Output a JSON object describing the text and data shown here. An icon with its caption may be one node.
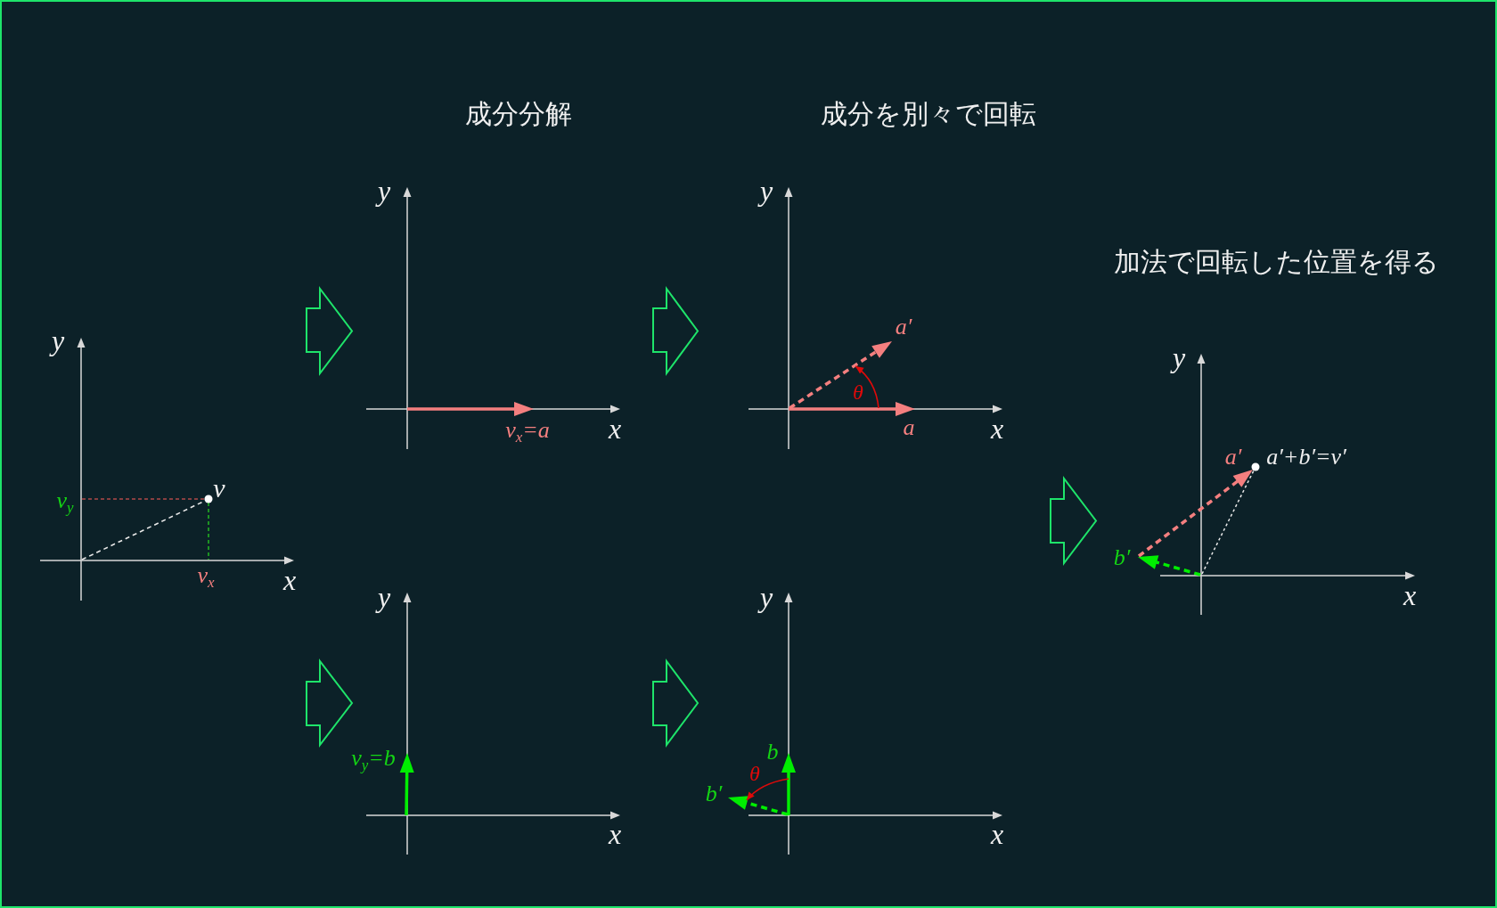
{
  "diagram": {
    "labels": [
      "成分分解",
      "成分を別々で回転",
      "加法で回転した位置を得る",
      "y",
      "v",
      "v$_{y}$",
      "v$_{x}$",
      "x",
      "y",
      "v$_{x}$=a",
      "x",
      "y",
      "v$_{y}$=b",
      "x",
      "y",
      "a′",
      "θ",
      "a",
      "x",
      "y",
      "b",
      "θ",
      "b′",
      "x",
      "y",
      "a′",
      "a′+b′=v′",
      "b′",
      "x"
    ]
  }
}
